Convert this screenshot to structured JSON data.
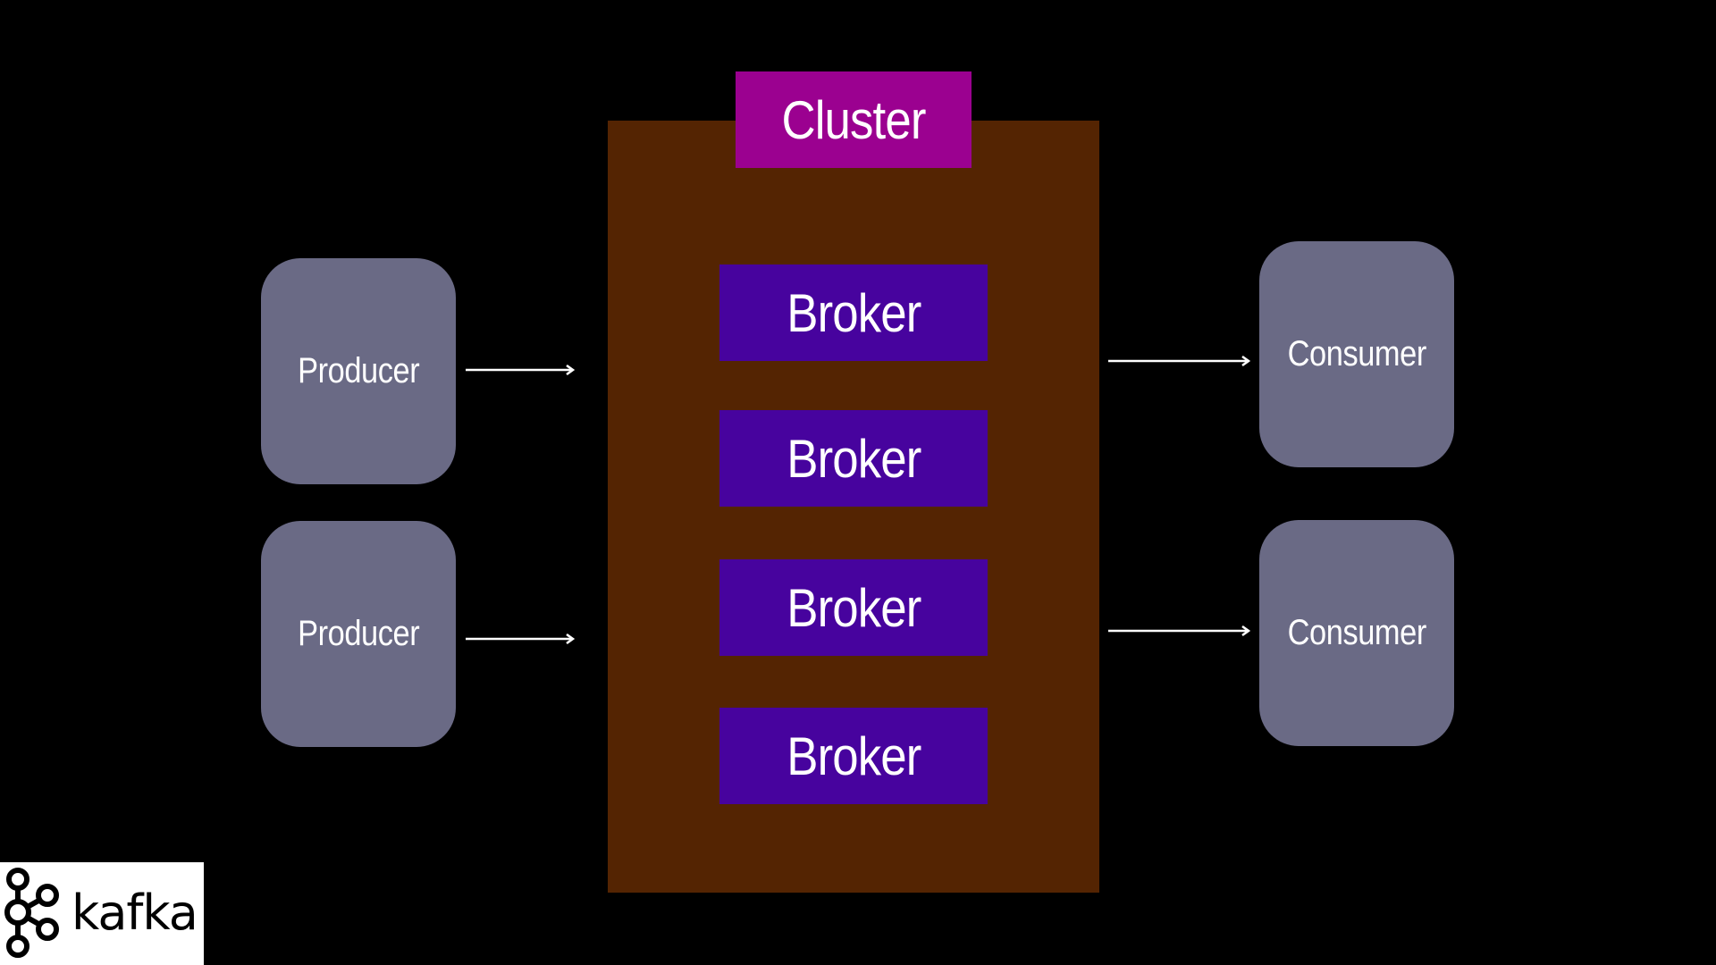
{
  "cluster": {
    "label": "Cluster"
  },
  "brokers": [
    {
      "label": "Broker"
    },
    {
      "label": "Broker"
    },
    {
      "label": "Broker"
    },
    {
      "label": "Broker"
    }
  ],
  "producers": [
    {
      "label": "Producer"
    },
    {
      "label": "Producer"
    }
  ],
  "consumers": [
    {
      "label": "Consumer"
    },
    {
      "label": "Consumer"
    }
  ],
  "logo": {
    "wordmark": "kafka",
    "icon": "kafka-logo-icon"
  },
  "colors": {
    "background": "#000000",
    "cluster_fill": "#542402",
    "cluster_label_fill": "#9b0190",
    "broker_fill": "#47039e",
    "node_fill": "#6a6a85",
    "text": "#ffffff"
  }
}
